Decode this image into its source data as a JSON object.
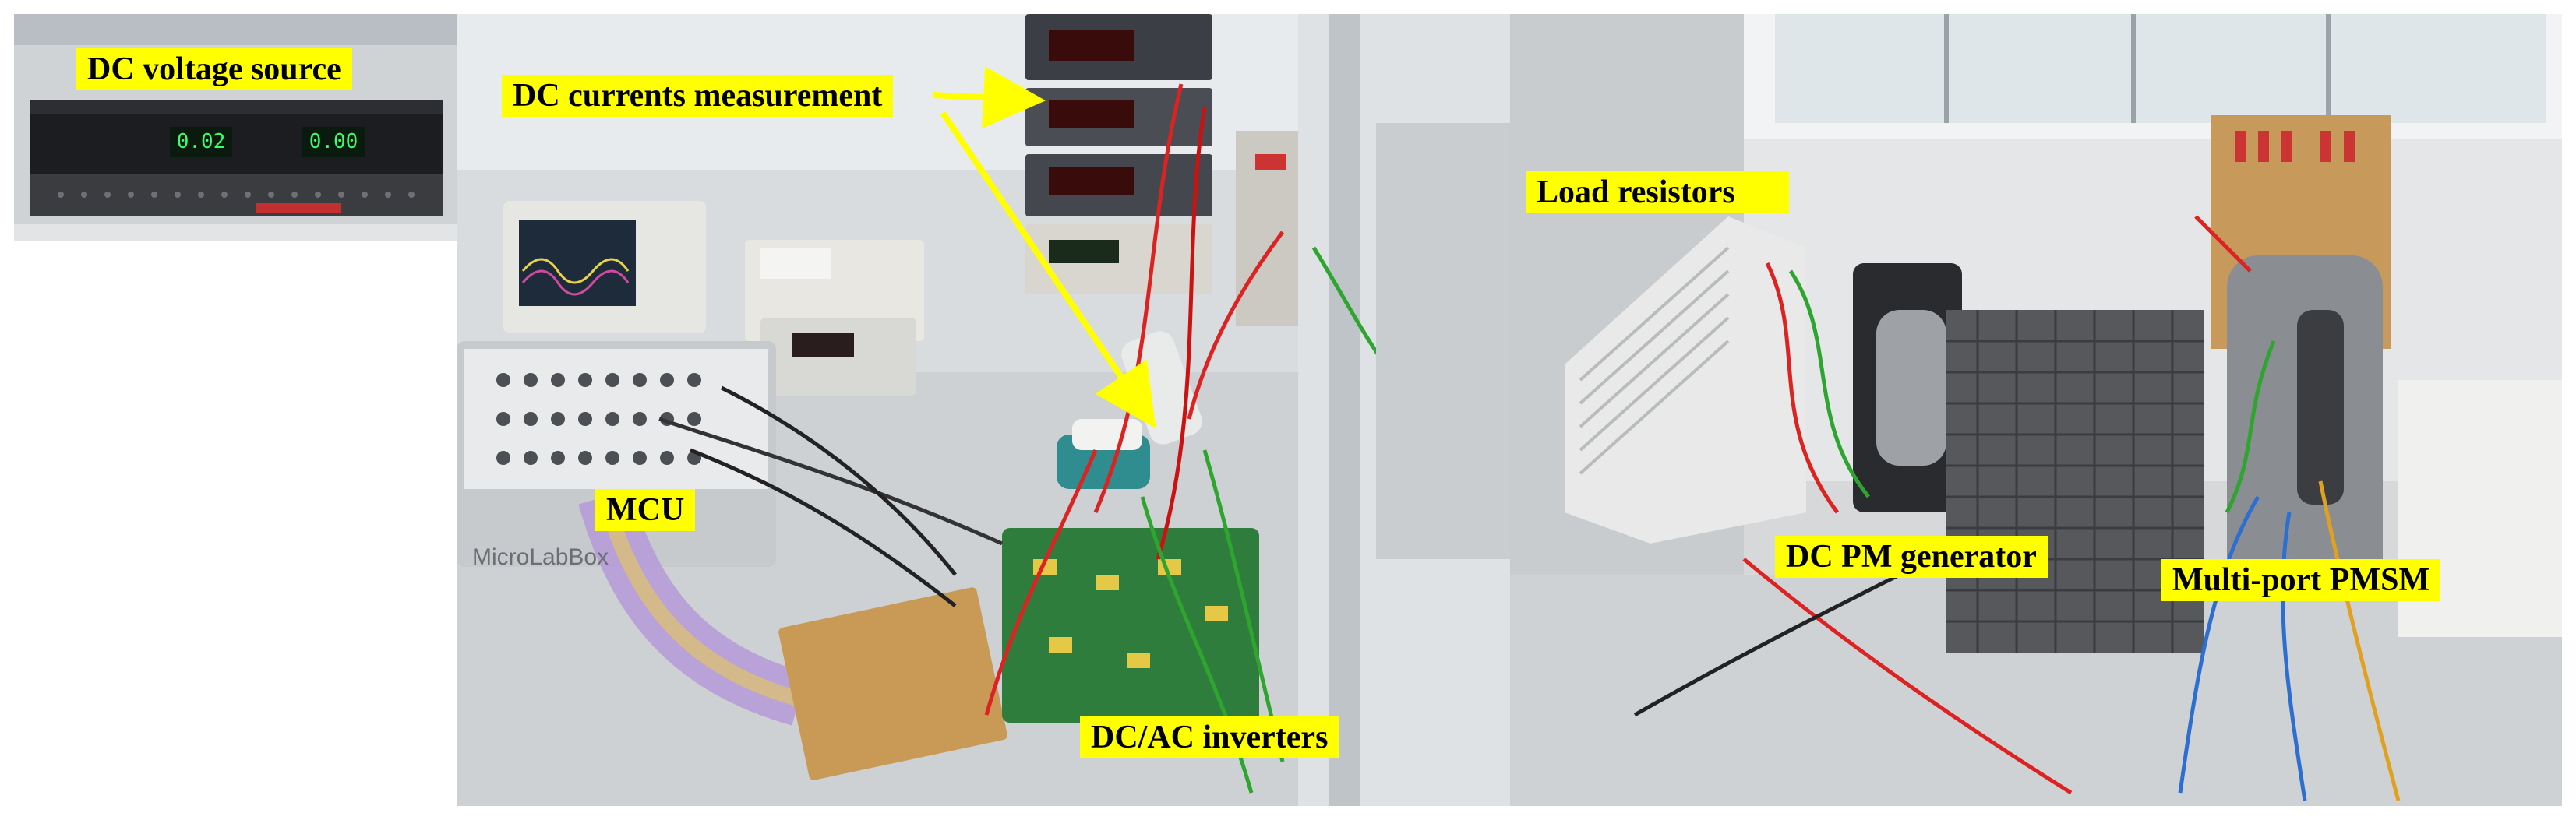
{
  "labels": {
    "dc_voltage_source": "DC voltage source",
    "dc_currents_measurement": "DC currents measurement",
    "mcu": "MCU",
    "dc_ac_inverters": "DC/AC inverters",
    "load_resistors": "Load resistors",
    "dc_pm_generator": "DC PM generator",
    "multi_port_pmsm": "Multi-port PMSM"
  },
  "device_text": {
    "source_display_left": "0.02",
    "source_display_right": "0.00",
    "labbox_brand": "MicroLabBox"
  },
  "colors": {
    "label_background": "#ffff00",
    "label_text": "#000000",
    "arrow": "#ffff00"
  }
}
